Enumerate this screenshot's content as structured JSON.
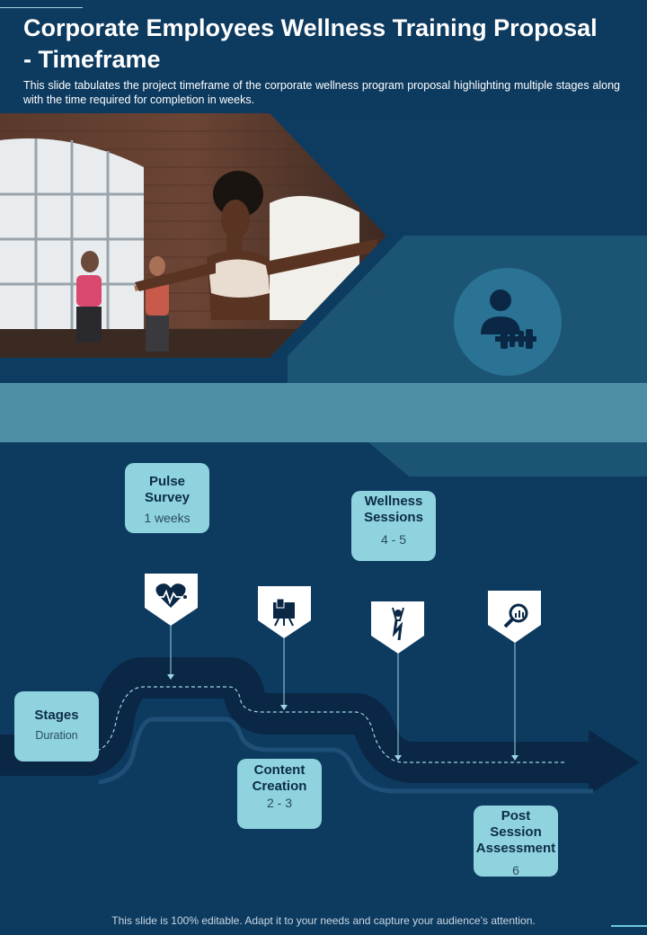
{
  "header": {
    "title": "Corporate Employees Wellness Training Proposal - Timeframe",
    "subtitle": "This slide tabulates the project timeframe of the corporate wellness program proposal highlighting multiple stages along with the time required for completion in weeks."
  },
  "hero": {
    "image": "fitness-class-photo",
    "icon": "person-dumbbell-icon"
  },
  "legend": {
    "label": "Stages",
    "sublabel": "Duration"
  },
  "stages": [
    {
      "name": "Pulse Survey",
      "duration": "1 weeks",
      "icon": "heart-pulse-icon"
    },
    {
      "name": "Content Creation",
      "duration": "2 - 3",
      "icon": "presentation-board-icon"
    },
    {
      "name": "Wellness Sessions",
      "duration": "4 - 5",
      "icon": "yoga-person-icon"
    },
    {
      "name": "Post Session Assessment",
      "duration": "6",
      "icon": "magnifier-chart-icon"
    }
  ],
  "footer": {
    "text": "This slide is 100% editable. Adapt it to your needs and capture your audience’s attention."
  },
  "colors": {
    "background": "#0d3a5f",
    "box": "#8fd3df",
    "accent_band": "#4f8fa5",
    "road": "#0a2846"
  }
}
